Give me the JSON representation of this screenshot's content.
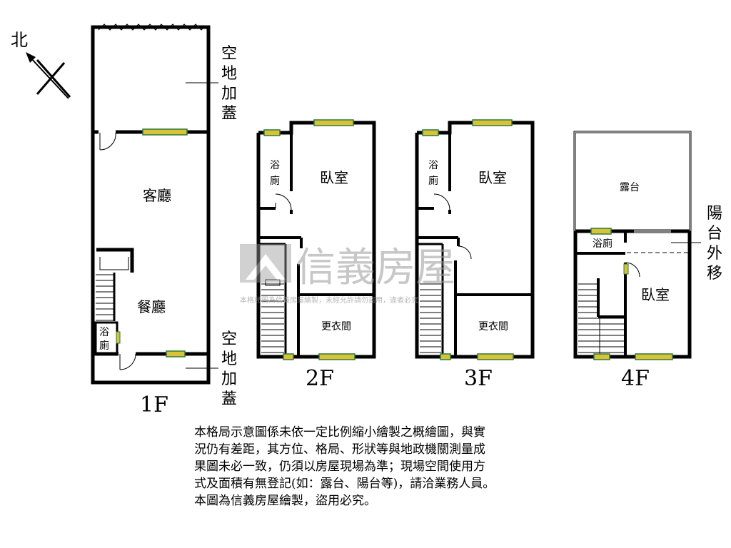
{
  "compass": {
    "north_label": "北"
  },
  "floor1": {
    "floor_label": "1F",
    "rooms": {
      "living": "客廳",
      "dining": "餐廳",
      "bath": "浴廁"
    },
    "extension_top": [
      "空",
      "地",
      "加",
      "蓋"
    ],
    "extension_bottom": [
      "空",
      "地",
      "加",
      "蓋"
    ]
  },
  "floor2": {
    "floor_label": "2F",
    "rooms": {
      "bath": "浴廁",
      "bedroom": "臥室",
      "closet": "更衣間"
    }
  },
  "floor3": {
    "floor_label": "3F",
    "rooms": {
      "bath": "浴廁",
      "bedroom": "臥室",
      "closet": "更衣間"
    }
  },
  "floor4": {
    "floor_label": "4F",
    "rooms": {
      "terrace": "露台",
      "bath": "浴廁",
      "bedroom": "臥室"
    },
    "balcony_note": [
      "陽",
      "台",
      "外",
      "移"
    ]
  },
  "watermark": {
    "brand": "信義房屋",
    "notice": "本格局圖為信義房屋繪製，未經允許請勿盜用，違者必究"
  },
  "disclaimer": {
    "lines": [
      "本格局示意圖係未依一定比例縮小繪製之概繪圖，與實",
      "況仍有差距，其方位、格局、形狀等與地政機關測量成",
      "果圖未必一致，仍須以房屋現場為準；現場空間使用方",
      "式及面積有無登記(如：露台、陽台等)，請洽業務人員。",
      "本圖為信義房屋繪製，盜用必究。"
    ]
  },
  "colors": {
    "wall": "#000000",
    "window": "#d8c23a",
    "window_frame": "#2f7a3a",
    "watermark": "#9a9a9a"
  }
}
